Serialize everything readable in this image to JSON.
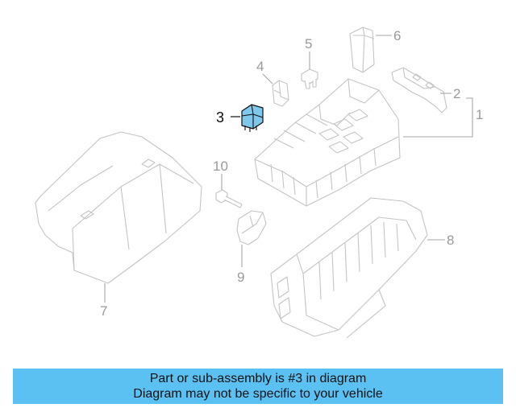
{
  "callouts": {
    "c1": "1",
    "c2": "2",
    "c3": "3",
    "c4": "4",
    "c5": "5",
    "c6": "6",
    "c7": "7",
    "c8": "8",
    "c9": "9",
    "c10": "10"
  },
  "highlighted_part": "3",
  "colors": {
    "highlight_part": "#7fc8ec",
    "banner_background": "#5bc0f2",
    "outline": "#c4c4c4"
  },
  "banner": {
    "line1": "Part or sub-assembly is #3 in diagram",
    "line2": "Diagram may not be specific to your vehicle"
  }
}
